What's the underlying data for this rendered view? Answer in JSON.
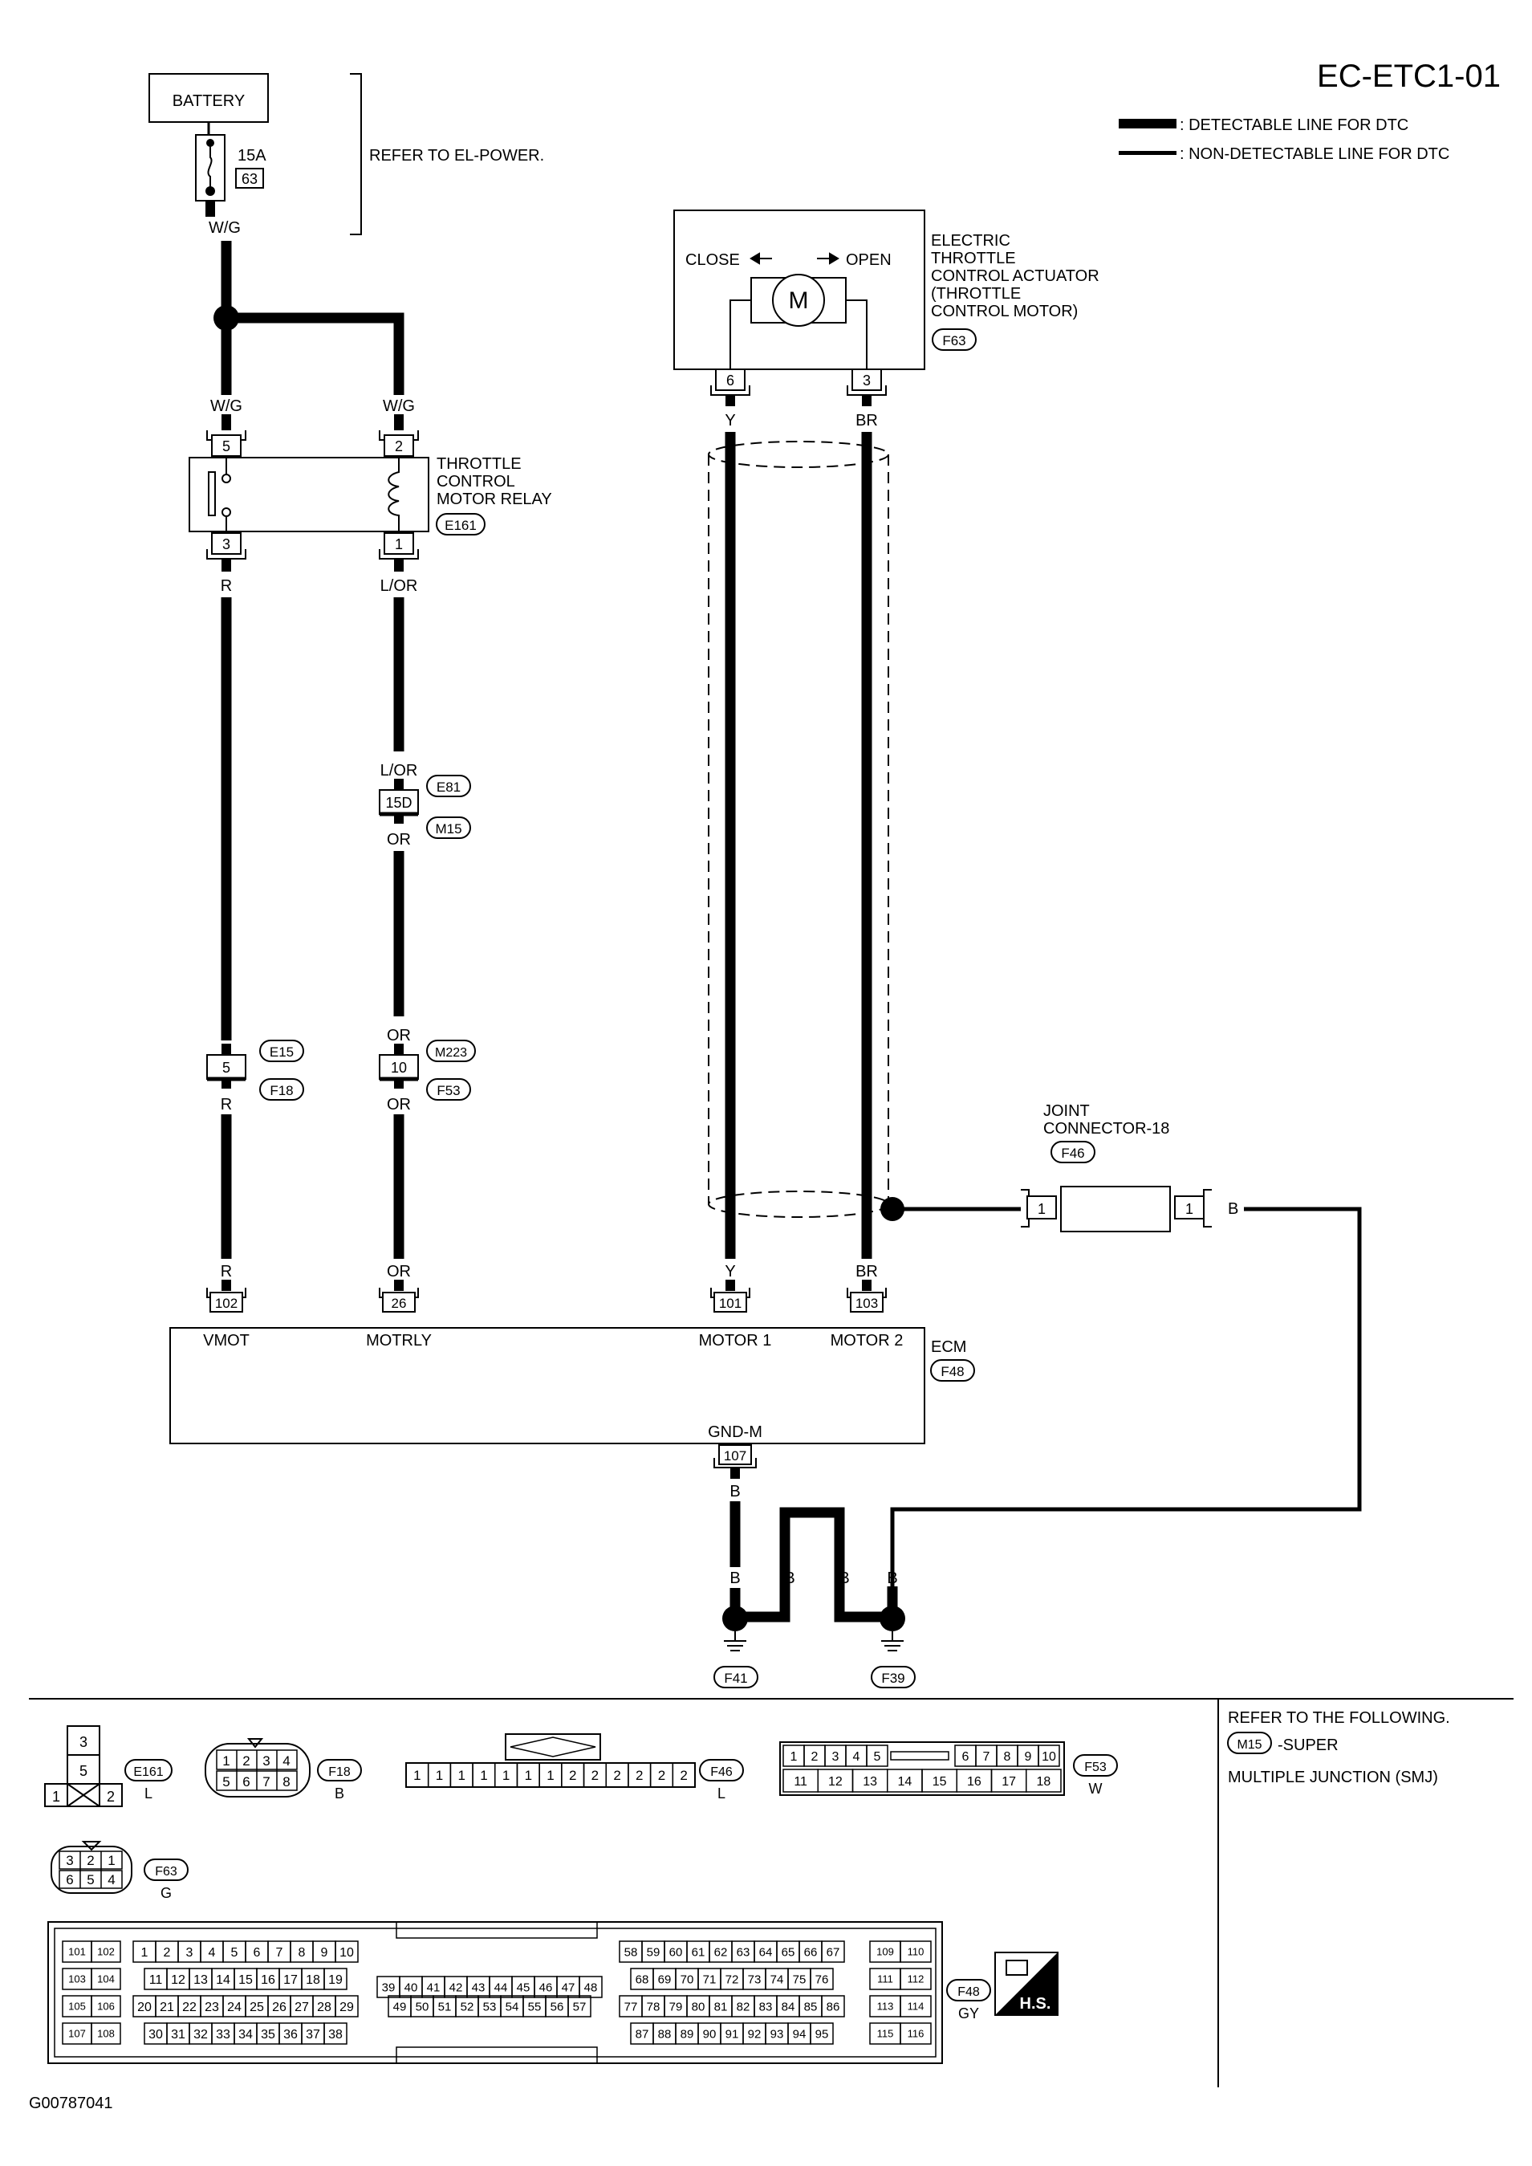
{
  "page_title": "EC-ETC1-01",
  "figure_id": "G00787041",
  "legend": {
    "detectable": ": DETECTABLE LINE FOR DTC",
    "non_detectable": ": NON-DETECTABLE LINE FOR DTC"
  },
  "battery": {
    "label": "BATTERY",
    "fuse_rating": "15A",
    "fuse_number": "63",
    "refer_note": "REFER TO EL-POWER."
  },
  "actuator": {
    "close_label": "CLOSE",
    "open_label": "OPEN",
    "motor_symbol": "M",
    "name_lines": [
      "ELECTRIC",
      "THROTTLE",
      "CONTROL ACTUATOR",
      "(THROTTLE",
      "CONTROL MOTOR)"
    ],
    "connector": "F63",
    "pins": [
      "6",
      "3"
    ]
  },
  "relay": {
    "name_lines": [
      "THROTTLE",
      "CONTROL",
      "MOTOR RELAY"
    ],
    "connector": "E161",
    "pins": [
      "5",
      "2",
      "3",
      "1"
    ]
  },
  "junction_e81": {
    "pin": "15D",
    "conn_top": "E81",
    "conn_bottom": "M15"
  },
  "junction_e15": {
    "pin": "5",
    "conn_top": "E15",
    "conn_bottom": "F18"
  },
  "junction_m223": {
    "pin": "10",
    "conn_top": "M223",
    "conn_bottom": "F53"
  },
  "joint": {
    "name_lines": [
      "JOINT",
      "CONNECTOR-18"
    ],
    "connector": "F46",
    "pin_left": "1",
    "pin_right": "1"
  },
  "ecm": {
    "label": "ECM",
    "connector": "F48",
    "pins": [
      "102",
      "26",
      "101",
      "103",
      "107"
    ],
    "terminals": [
      "VMOT",
      "MOTRLY",
      "MOTOR 1",
      "MOTOR 2",
      "GND-M"
    ]
  },
  "wires": {
    "wg": "W/G",
    "r": "R",
    "lor": "L/OR",
    "or": "OR",
    "y": "Y",
    "br": "BR",
    "b": "B"
  },
  "grounds": [
    "F41",
    "F39"
  ],
  "connector_views": {
    "e161": {
      "id": "E161",
      "color": "L",
      "pins": [
        "3",
        "5",
        "1",
        "2"
      ]
    },
    "f18": {
      "id": "F18",
      "color": "B",
      "pins": [
        "1",
        "2",
        "3",
        "4",
        "5",
        "6",
        "7",
        "8"
      ]
    },
    "f46": {
      "id": "F46",
      "color": "L",
      "pins": [
        "1",
        "1",
        "1",
        "1",
        "1",
        "1",
        "1",
        "2",
        "2",
        "2",
        "2",
        "2",
        "2"
      ]
    },
    "f53": {
      "id": "F53",
      "color": "W",
      "pins_top": [
        "1",
        "2",
        "3",
        "4",
        "5",
        "6",
        "7",
        "8",
        "9",
        "10"
      ],
      "pins_bottom": [
        "11",
        "12",
        "13",
        "14",
        "15",
        "16",
        "17",
        "18"
      ]
    },
    "f63": {
      "id": "F63",
      "color": "G",
      "pins": [
        "3",
        "2",
        "1",
        "6",
        "5",
        "4"
      ]
    },
    "f48": {
      "id": "F48",
      "color": "GY",
      "badge": "H.S."
    }
  },
  "refer_box": {
    "line1": "REFER TO THE FOLLOWING.",
    "conn": "M15",
    "line2": "-SUPER",
    "line3": "MULTIPLE JUNCTION (SMJ)"
  }
}
